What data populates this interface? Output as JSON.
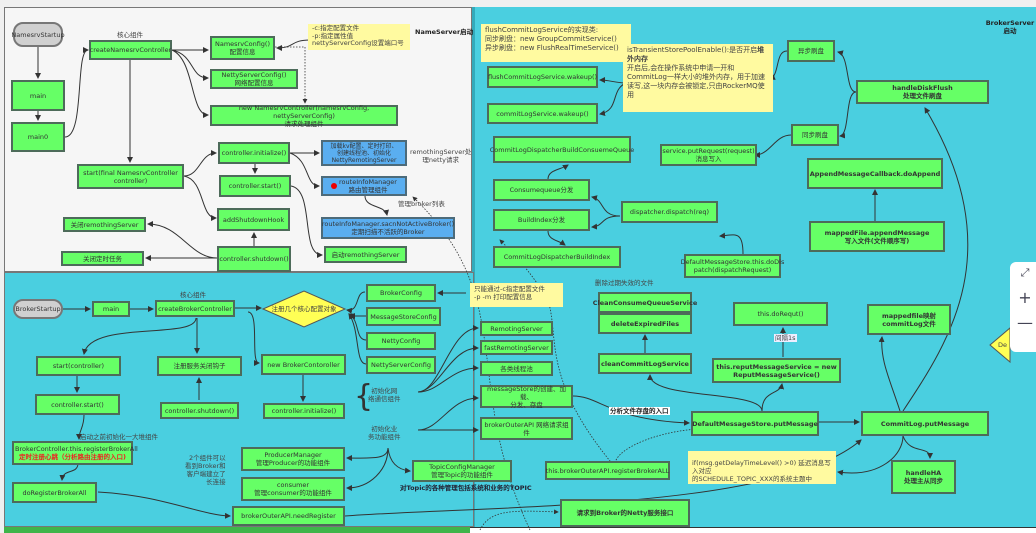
{
  "nameserver": {
    "title": "NameServer启动",
    "startup": "NamesrvStartup",
    "main": "main",
    "main0": "main0",
    "core_label": "核心组件",
    "create": "createNamesrvController",
    "namesrv_config": "NamesrvConfig()\n配置信息",
    "netty_config": "NettyServerConfig()\n网络配置信息",
    "new_controller": "new NamesrvController(namesrvConfig, nettyServerConfig)\n请求处理组件",
    "note": "-c:指定配置文件\n-p:指定属性值\nnettyServerConfig设置端口号",
    "start": "start(final NamesrvController\ncontroller)",
    "initialize": "controller.initialize()",
    "ctrl_start": "controller.start()",
    "shutdown_hook": "addShutdownHook",
    "shutdown": "controller.shutdown()",
    "close_remoting": "关闭remothingServer",
    "close_timer": "关闭定时任务",
    "init_detail": "加载kv配置、定时打印、\n创建线程池、初始化\nNettyRemotingServer",
    "remoting_text": "remothingServer处\n理netty请求",
    "route_manager": "routeInfoManager\n路由管理组件",
    "manage_broker": "管理broker列表",
    "scan_broker": "routeInfoManager.sacnNotActiveBroker()\n定期扫描不活跃的Broker",
    "start_remoting": "启动remothingServer"
  },
  "broker": {
    "title": "BrokerServer启动",
    "note_flush": "flushCommitLogService的实现类:\n同步刷盘：new GroupCommitService()\n异步刷盘：new FlushRealTimeService()",
    "note_transient_a": "isTransientStorePoolEnable():是否开启",
    "note_transient_b": "堆外内存",
    "note_transient_c": "开启后,会在操作系统中申请一开和CommitLog一样大小的堆外内存，用于加速读写,这一块内存会被锁定,只由RockerMQ使用",
    "flush_wakeup": "flushCommitLogService.wakeup()",
    "commit_wakeup": "commitLogService.wakeup()",
    "dispatcher_cq": "CommitLogDispatcherBuildConsuemeQueue",
    "cq_dispatch": "Consumequeue分发",
    "index_dispatch": "BuildIndex分发",
    "dispatcher_index": "CommitLogDispatcherBuildIndex",
    "dispatch_req": "dispatcher.dispatch(req)",
    "do_dispatch": "DefaultMessageStore.this.doDis\npatch(dispatchRequest)",
    "async_flush": "异步刷盘",
    "sync_flush": "同步刷盘",
    "put_request": "service.putRequest(request)\n消息写入",
    "handle_disk_flush": "handleDiskFlush\n处理文件刷盘",
    "do_append": "AppendMessageCallback.doAppend",
    "append_message": "mappedFile.appendMessage\n写入文件(文件顺序写)",
    "startup": "BrokerStartup",
    "main": "main",
    "core_label": "核心组件",
    "create": "createBrokerController",
    "diamond": "注册几个核心配置对象",
    "broker_config": "BrokerConfig",
    "store_config": "MessageStoreConfig",
    "netty_config": "NettyConfig",
    "netty_server_config": "NettyServerConfig",
    "start_ctrl": "start(controller)",
    "ctrl_start": "controller.start()",
    "register_hook": "注册服务关闭钩子",
    "shutdown": "controller.shutdown()",
    "new_ctrl": "new BrokerContoroller",
    "initialize": "controller.initialize()",
    "init_before": "启动之前初始化一大堆组件",
    "register_all": "BrokerController.this.registerBrokerAll",
    "register_all_red": "定时注册心跳（分析路由注册的入口)",
    "do_register": "doRegisterBrokerAll",
    "need_register": "brokerOuterAPI.needRegister",
    "init_net": "初始化网\n络通信组件",
    "init_biz": "初始化业\n务功能组件",
    "producer_mgr": "ProducerManager\n管理Producer的功能组件",
    "consumer_mgr": "consumer\n管理consumer的功能组件",
    "two_comp": "2个组件可以\n看到Broker和\n客户端建立了\n长连接",
    "topic_mgr": "TopicConfigManager\n管理Topic的功能组件",
    "topic_text": "对Topic的各种管理包括系统和业务的TOPIC",
    "note_config": "只能通过-c指定配置文件\n-p -m 打印配置信息",
    "remoting_server": "RemotingServer",
    "fast_remoting": "fastRemotingServer",
    "thread_pools": "各类线程池",
    "message_store": "messageStore的创建、加载、\n分发、存盘",
    "outer_api": "brokerOuterAPI 网络请求组件",
    "register_broker_all": "this.brokerOuterAPI.registerBrokerALL",
    "netty_request": "请求到Broker的Netty服务接口",
    "delete_expired_text": "删除过期失效的文件",
    "clean_cq": "CleanConsumeQueueService",
    "delete_files": "deleteExpiredFiles",
    "clean_commitlog": "cleanCommitLogService",
    "do_reput": "this.doRequt()",
    "interval": "间隔1s",
    "reput_service": "this.reputMessageService = new\nReputMessageService()",
    "entry_label": "分析文件存盘的入口",
    "store_put": "DefaultMessageStore.putMessage",
    "commitlog_put": "CommitLog.putMessage",
    "mapped_file": "mappedfile映射\ncommitLog文件",
    "note_delay": "if(msg.getDelayTimeLevel() >0) 延迟消息写入对应\n的SCHEDULE_TOPIC_XXX的系统主题中",
    "handle_ha": "handleHA\n处理主从同步",
    "partial_diamond": "De"
  },
  "zoom_widget": {
    "fit": "⤢",
    "plus": "+",
    "minus": "—"
  }
}
